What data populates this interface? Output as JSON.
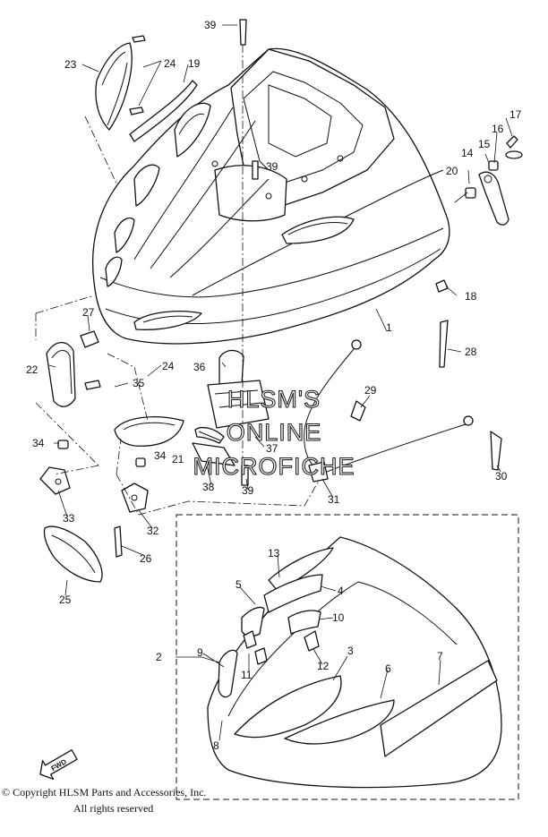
{
  "watermark": {
    "line1": "HLSM'S",
    "line2": "ONLINE",
    "line3": "MICROFICHE"
  },
  "callouts": [
    "1",
    "2",
    "3",
    "4",
    "5",
    "6",
    "7",
    "8",
    "9",
    "10",
    "11",
    "12",
    "13",
    "14",
    "15",
    "16",
    "17",
    "18",
    "19",
    "20",
    "21",
    "22",
    "23",
    "24",
    "24",
    "25",
    "26",
    "27",
    "28",
    "29",
    "30",
    "31",
    "32",
    "33",
    "34",
    "34",
    "35",
    "36",
    "37",
    "38",
    "39",
    "39",
    "39"
  ],
  "fwd_label": "FWD",
  "copyright": "© Copyright HLSM Parts and Accessories, Inc.",
  "rights": "All rights reserved"
}
